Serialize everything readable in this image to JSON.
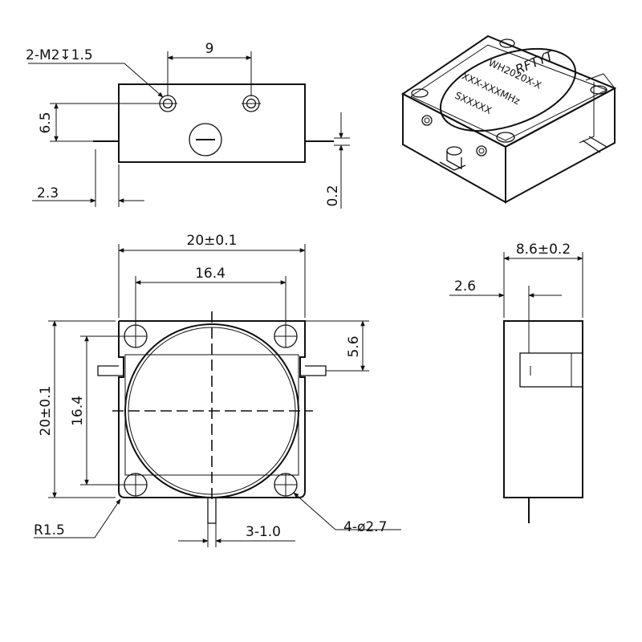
{
  "colors": {
    "line": "#111111",
    "background": "#ffffff"
  },
  "top_view": {
    "thread_callout": "2-M2↧1.5",
    "hole_spacing": "9",
    "height": "6.5",
    "lead_offset": "2.3",
    "lead_thickness": "0.2"
  },
  "iso_view": {
    "brand": "RFTYT",
    "model": "WH2020X-X",
    "freq_range": "XXX-XXXMHz",
    "serial": "SXXXXX"
  },
  "front_view": {
    "width": "20±0.1",
    "hole_spacing_x": "16.4",
    "hole_offset": "5.6",
    "height": "20±0.1",
    "hole_spacing_y": "16.4",
    "corner_radius": "R1.5",
    "tab_width": "3-1.0",
    "mount_holes": "4-ø2.7"
  },
  "side_view": {
    "thickness": "8.6±0.2",
    "lead_offset": "2.6"
  }
}
